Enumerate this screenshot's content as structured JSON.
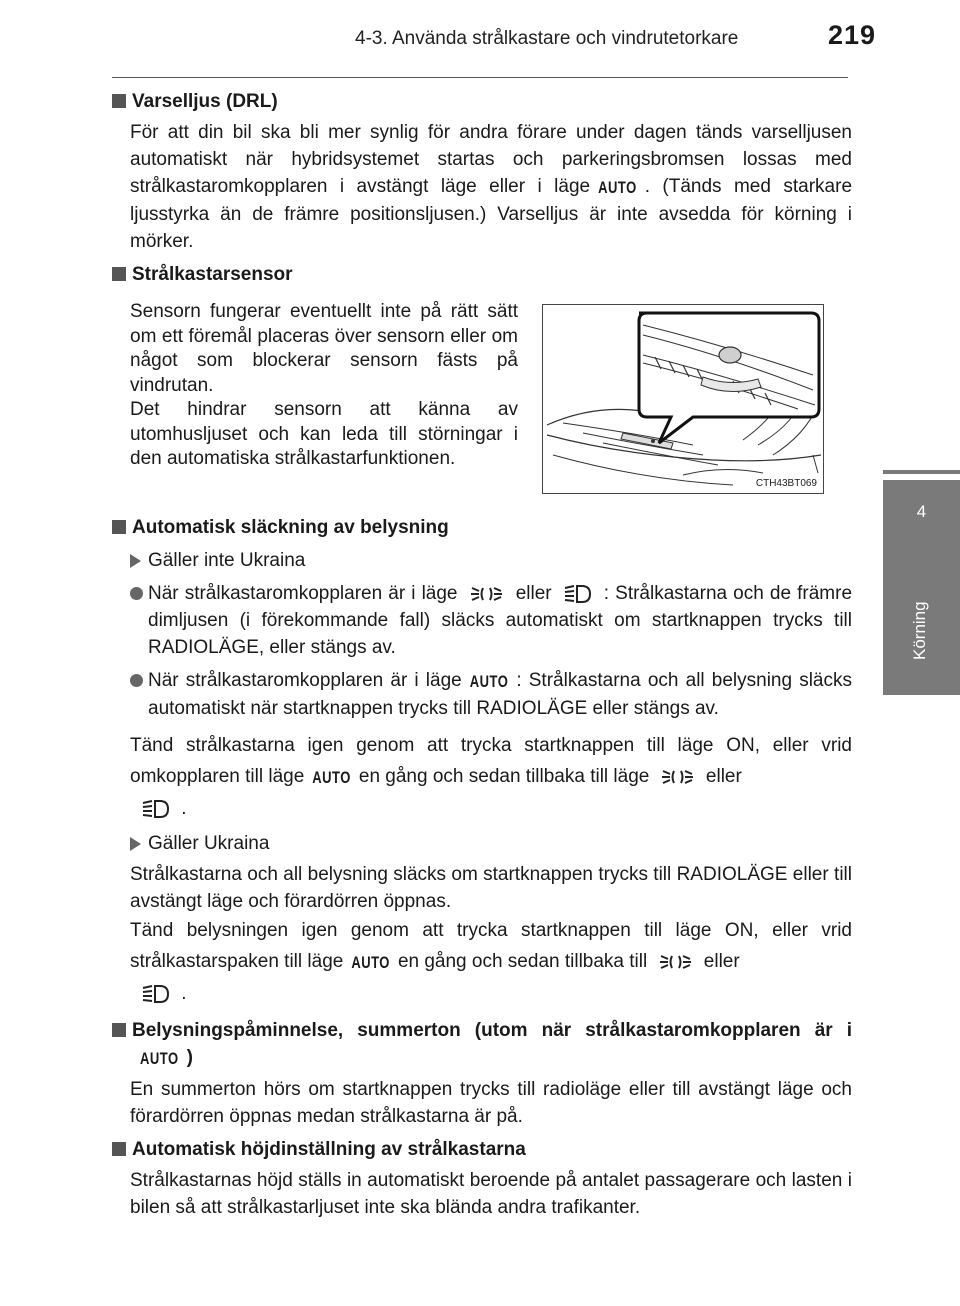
{
  "header": {
    "section_title": "4-3. Använda strålkastare och vindrutetorkare",
    "page_number": "219"
  },
  "side_tab": {
    "number": "4",
    "label": "Körning",
    "color": "#7a7a7a"
  },
  "auto_label": "AUTO",
  "sections": {
    "drl": {
      "title": "Varselljus (DRL)",
      "text_before": "För att din bil ska bli mer synlig för andra förare under dagen tänds varselljusen automatiskt när hybridsystemet startas och parkeringsbromsen lossas med strålkastaromkopplaren i avstängt läge eller i läge",
      "text_after": ". (Tänds med starkare ljusstyrka än de främre positionsljusen.) Varselljus är inte avsedda för körning i mörker."
    },
    "sensor": {
      "title": "Strålkastarsensor",
      "text1": "Sensorn fungerar eventuellt inte på rätt sätt om ett föremål placeras över sensorn eller om något som blockerar sensorn fästs på vindrutan.",
      "text2": "Det hindrar sensorn att känna av utomhusljuset och kan leda till störningar i den automatiska strålkastarfunktionen.",
      "figure_caption": "CTH43BT069"
    },
    "auto_off": {
      "title": "Automatisk släckning av belysning",
      "not_ukraine": "Gäller inte Ukraina",
      "bullet1_a": "När strålkastaromkopplaren är i läge",
      "bullet1_b": "eller",
      "bullet1_c": ": Strålkastarna och de främre dimljusen (i förekommande fall) släcks automatiskt om startknappen trycks till RADIOLÄGE, eller stängs av.",
      "bullet2_a": "När strålkastaromkopplaren är i läge",
      "bullet2_b": ": Strålkastarna och all belysning släcks automatiskt när startknappen trycks till RADIOLÄGE eller stängs av.",
      "relight_a": "Tänd strålkastarna igen genom att trycka startknappen till läge ON, eller vrid omkopplaren till läge",
      "relight_b": "en gång och sedan tillbaka till läge",
      "relight_c": "eller",
      "period": ".",
      "ukraine": "Gäller Ukraina",
      "ukraine_text1": "Strålkastarna och all belysning släcks om startknappen trycks till RADIOLÄGE eller till avstängt läge och förardörren öppnas.",
      "ukraine_text2_a": "Tänd belysningen igen genom att trycka startknappen till läge ON, eller vrid strålkastarspaken till läge",
      "ukraine_text2_b": "en gång och sedan tillbaka till",
      "ukraine_text2_c": "eller"
    },
    "reminder": {
      "title_a": "Belysningspåminnelse, summerton (utom när strålkastaromkopplaren är i",
      "title_b": ")",
      "text": "En summerton hörs om startknappen trycks till radioläge eller till avstängt läge och förardörren öppnas medan strålkastarna är på."
    },
    "leveling": {
      "title": "Automatisk höjdinställning av strålkastarna",
      "text": "Strålkastarnas höjd ställs in automatiskt beroende på antalet passagerare och lasten i bilen så att strålkastarljuset inte ska blända andra trafikanter."
    }
  }
}
